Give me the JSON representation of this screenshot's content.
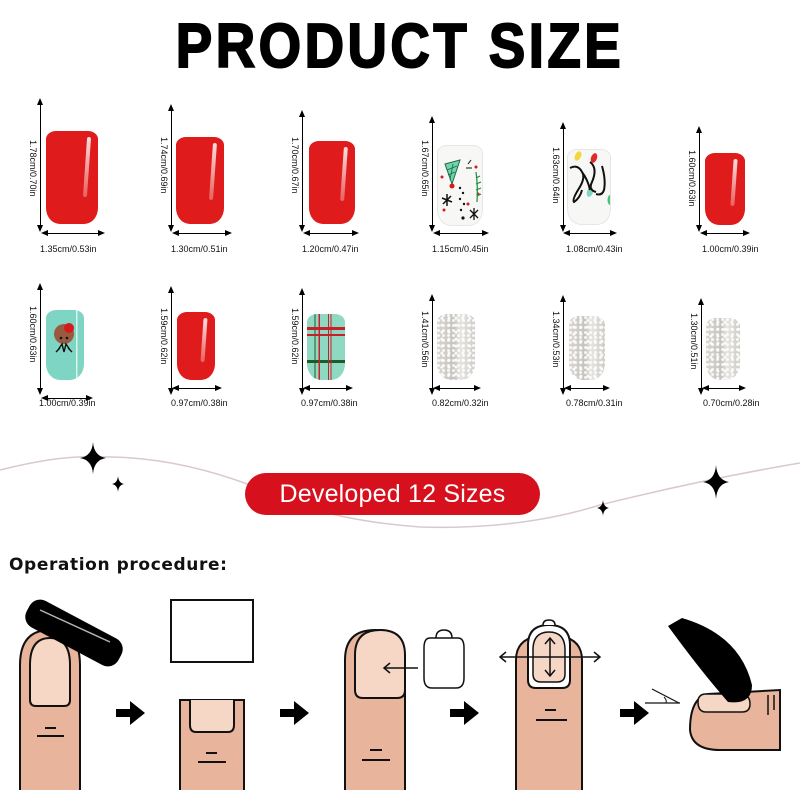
{
  "title": "PRODUCT SIZE",
  "nails": [
    {
      "height": "1.78cm/0.70in",
      "width": "1.35cm/0.53in",
      "style": "red"
    },
    {
      "height": "1.74cm/0.69in",
      "width": "1.30cm/0.51in",
      "style": "red"
    },
    {
      "height": "1.70cm/0.67in",
      "width": "1.20cm/0.47in",
      "style": "red"
    },
    {
      "height": "1.67cm/0.65in",
      "width": "1.15cm/0.45in",
      "style": "christmas-doodle"
    },
    {
      "height": "1.63cm/0.64in",
      "width": "1.08cm/0.43in",
      "style": "string-lights"
    },
    {
      "height": "1.60cm/0.63in",
      "width": "1.00cm/0.39in",
      "style": "red"
    },
    {
      "height": "1.60cm/0.63in",
      "width": "1.00cm/0.39in",
      "style": "reindeer-mint"
    },
    {
      "height": "1.59cm/0.62in",
      "width": "0.97cm/0.38in",
      "style": "red"
    },
    {
      "height": "1.59cm/0.62in",
      "width": "0.97cm/0.38in",
      "style": "plaid"
    },
    {
      "height": "1.41cm/0.56in",
      "width": "0.82cm/0.32in",
      "style": "silver-glitter"
    },
    {
      "height": "1.34cm/0.53in",
      "width": "0.78cm/0.31in",
      "style": "silver-glitter"
    },
    {
      "height": "1.30cm/0.51in",
      "width": "0.70cm/0.28in",
      "style": "silver-glitter"
    }
  ],
  "banner": {
    "label": "Developed 12 Sizes",
    "color": "#d7101e"
  },
  "procedure": {
    "title": "Operation procedure:",
    "steps": [
      {
        "name": "buff-nail",
        "icon": "nail-buffer-icon"
      },
      {
        "name": "clean-nail",
        "icon": "alcohol-pad-icon"
      },
      {
        "name": "choose-size",
        "icon": "size-match-icon"
      },
      {
        "name": "align-nail",
        "icon": "align-arrows-icon"
      },
      {
        "name": "press-at-angle",
        "icon": "press-nail-icon"
      }
    ]
  },
  "colors": {
    "red": "#e01b1b",
    "mint": "#7fd5c3",
    "skin": "#e8b49c",
    "nailbed": "#f6d7c6"
  }
}
